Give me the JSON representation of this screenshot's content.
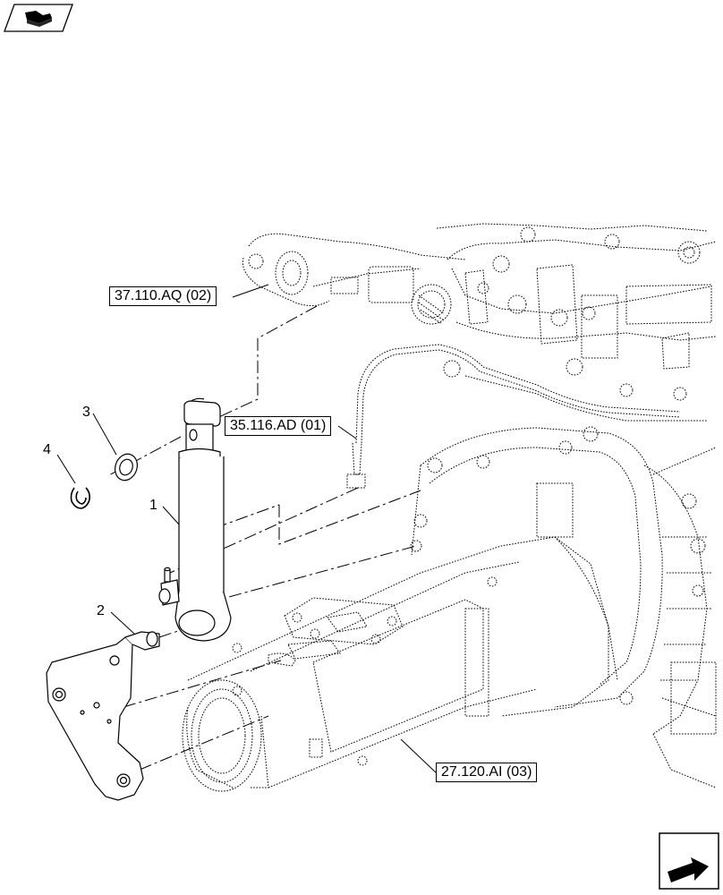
{
  "header": {
    "icon": "book-icon"
  },
  "footer": {
    "icon": "next-page-arrow-icon"
  },
  "callouts": [
    {
      "id": "1",
      "label": "1"
    },
    {
      "id": "2",
      "label": "2"
    },
    {
      "id": "3",
      "label": "3"
    },
    {
      "id": "4",
      "label": "4"
    }
  ],
  "references": [
    {
      "id": "ref-37-110",
      "label": "37.110.AQ (02)"
    },
    {
      "id": "ref-35-116",
      "label": "35.116.AD (01)"
    },
    {
      "id": "ref-27-120",
      "label": "27.120.AI (03)"
    }
  ],
  "colors": {
    "line": "#000000",
    "background": "#ffffff"
  }
}
